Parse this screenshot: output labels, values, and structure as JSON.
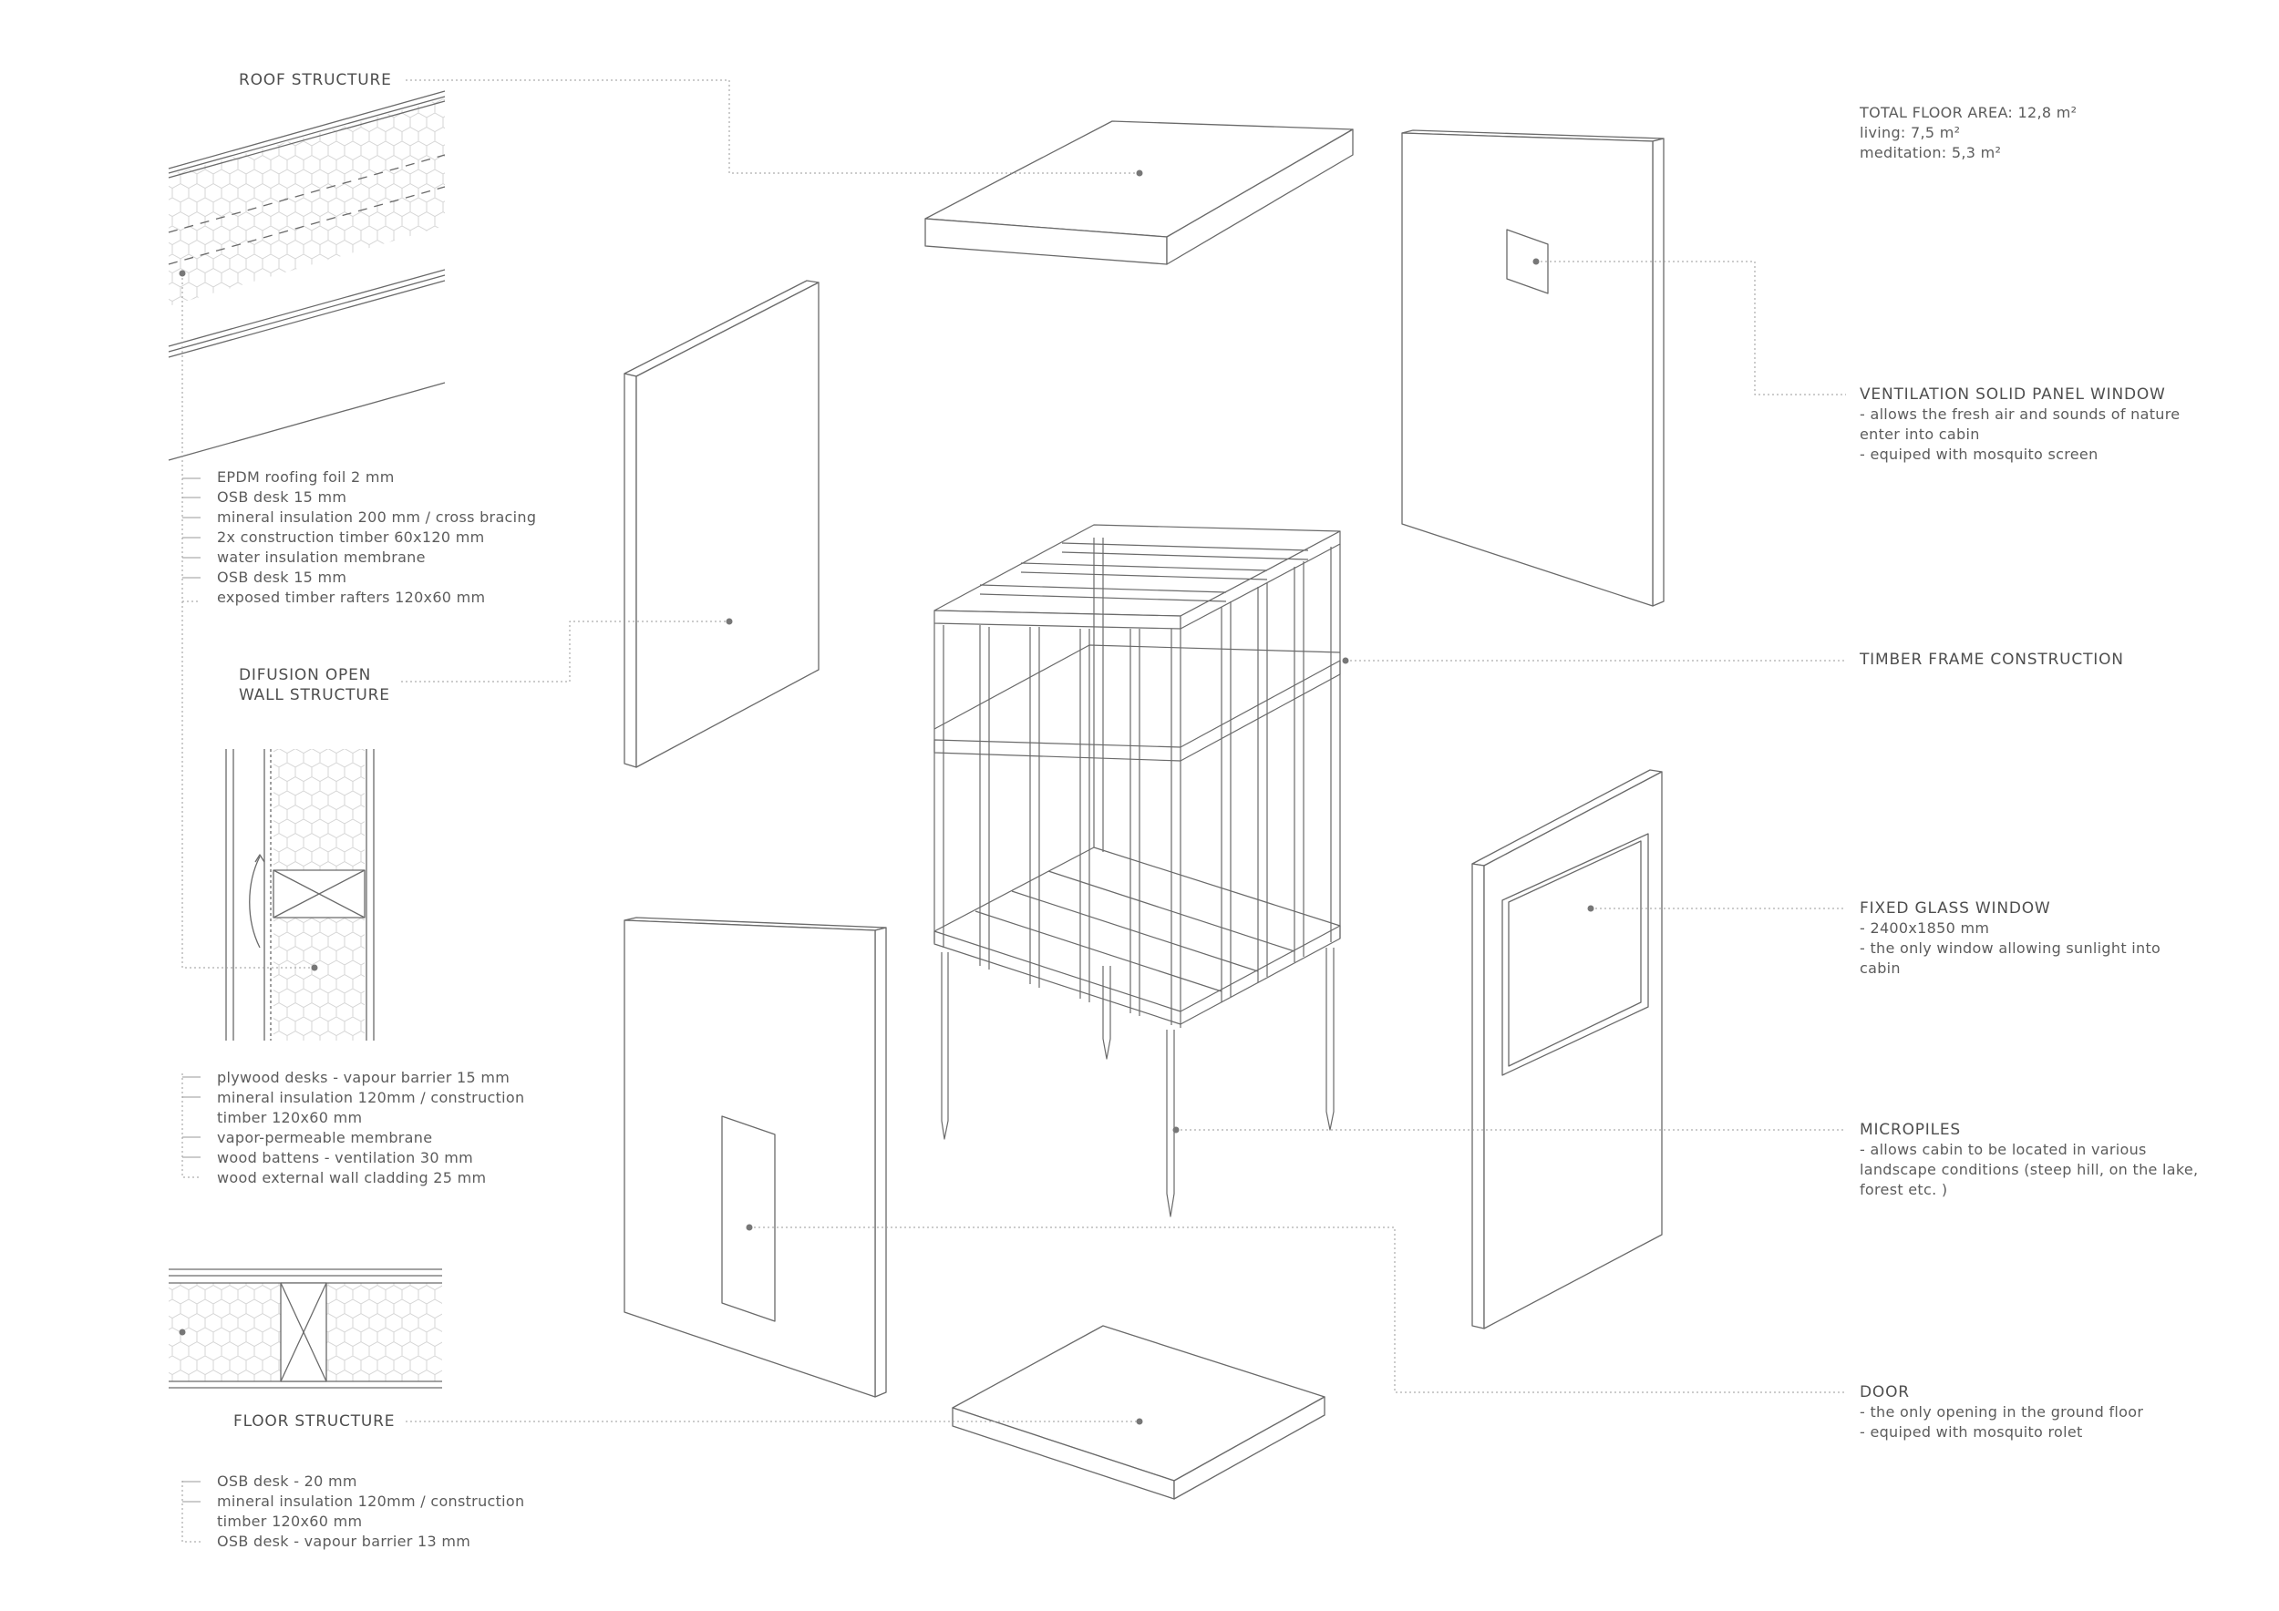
{
  "labels": {
    "roof": "ROOF STRUCTURE",
    "wall_line1": "DIFUSION OPEN",
    "wall_line2": "WALL STRUCTURE",
    "floor": "FLOOR STRUCTURE",
    "timber_frame": "TIMBER FRAME CONSTRUCTION",
    "ventilation": "VENTILATION SOLID PANEL WINDOW",
    "glass_window": "FIXED GLASS WINDOW",
    "micropiles": "MICROPILES",
    "door": "DOOR"
  },
  "area": {
    "total": "TOTAL FLOOR AREA: 12,8 m²",
    "living": "living: 7,5 m²",
    "meditation": "meditation: 5,3 m²"
  },
  "roof_layers": [
    "EPDM roofing foil 2 mm",
    "OSB desk 15 mm",
    "mineral insulation 200 mm / cross bracing",
    "2x construction timber 60x120 mm",
    "water insulation membrane",
    "OSB desk 15 mm",
    "exposed timber rafters 120x60 mm"
  ],
  "wall_layers": [
    "plywood desks - vapour barrier 15 mm",
    "mineral insulation 120mm / construction",
    "timber 120x60 mm",
    "vapor-permeable membrane",
    "wood battens - ventilation 30 mm",
    "wood external wall cladding 25 mm"
  ],
  "floor_layers": [
    "OSB desk - 20 mm",
    "mineral insulation 120mm / construction",
    "timber 120x60 mm",
    "OSB desk - vapour barrier 13 mm"
  ],
  "ventilation_notes": [
    "- allows the fresh air and sounds of nature",
    "enter into cabin",
    "- equiped with mosquito screen"
  ],
  "glass_notes": [
    "- 2400x1850 mm",
    "- the only window allowing sunlight into",
    "cabin"
  ],
  "micropile_notes": [
    "- allows cabin to be located in various",
    "landscape conditions (steep hill, on the lake,",
    "forest etc. )"
  ],
  "door_notes": [
    "- the only opening in the ground floor",
    "- equiped with mosquito rolet"
  ]
}
